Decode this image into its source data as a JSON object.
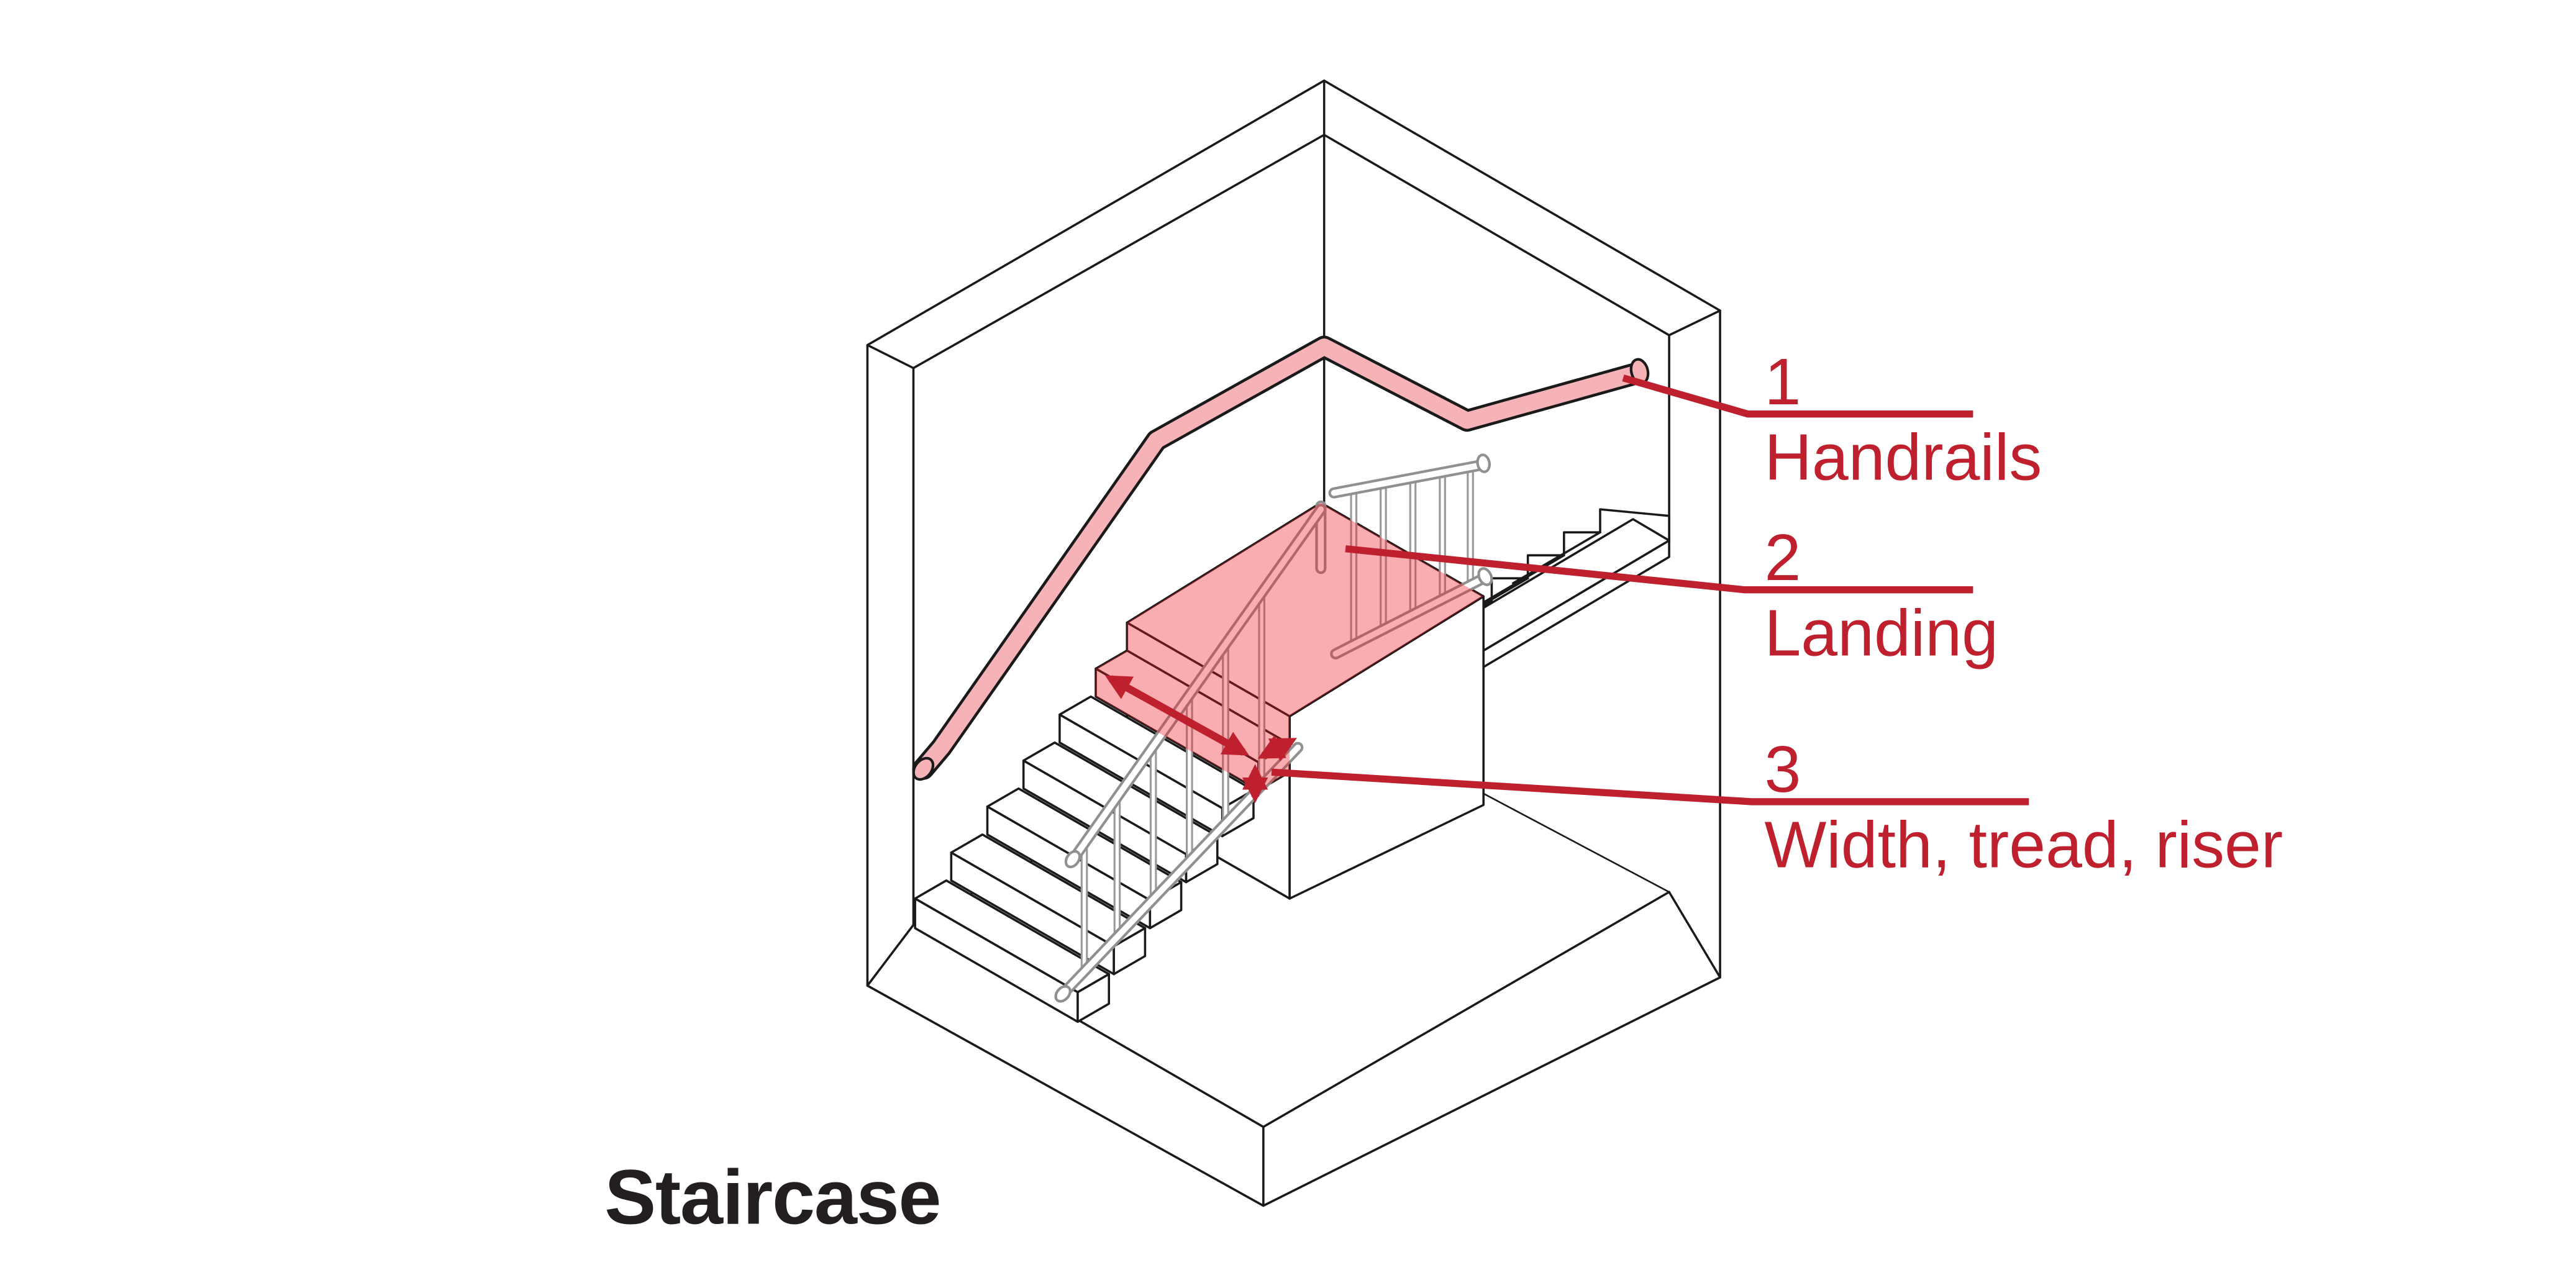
{
  "title": {
    "text": "Staircase"
  },
  "annotations": [
    {
      "number": "1",
      "label": "Handrails"
    },
    {
      "number": "2",
      "label": "Landing"
    },
    {
      "number": "3",
      "label": "Width, tread, riser"
    }
  ],
  "colors": {
    "annotation_red": "#be202e",
    "handrail_pink": "#f5b3b8",
    "highlight_overlay_red": "#ed1c24",
    "line_black": "#1a1a1a",
    "railing_gray": "#909090",
    "background": "#ffffff"
  }
}
